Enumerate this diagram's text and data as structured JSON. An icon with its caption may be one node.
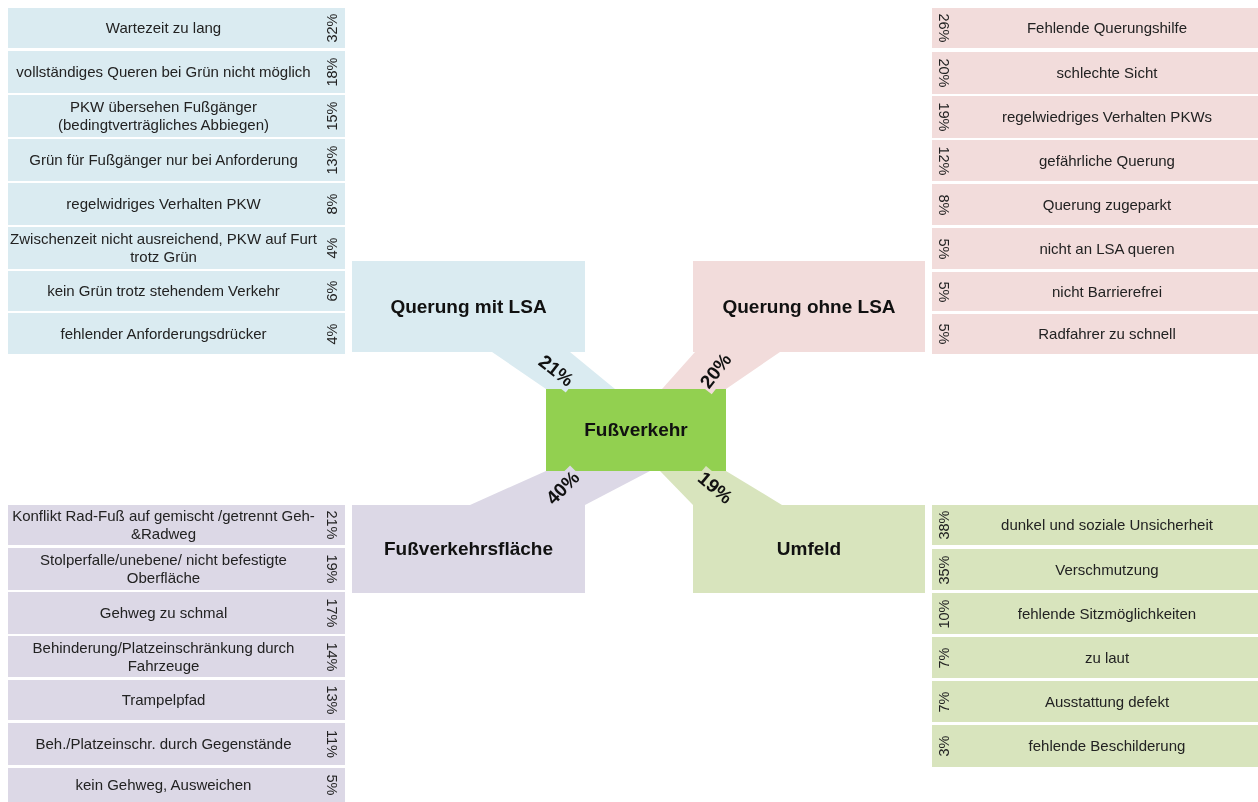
{
  "diagram": {
    "nodes": [
      {
        "text": [
          "Querung mit LSA"
        ]
      },
      {
        "text": [
          "Wartezeit zu lang",
          "32%"
        ]
      },
      {
        "text": [
          "vollständiges Queren bei Grün nicht möglich",
          "18%"
        ]
      },
      {
        "text": [
          "PKW übersehen Fußgänger (bedingtverträgliches Abbiegen)",
          "15%"
        ]
      },
      {
        "text": [
          "Grün für Fußgänger nur bei Anforderung",
          "13%"
        ]
      },
      {
        "text": [
          "regelwidriges Verhalten PKW",
          "8%"
        ]
      },
      {
        "text": [
          "Zwischenzeit nicht ausreichend, PKW auf Furt trotz Grün",
          "4%"
        ]
      },
      {
        "text": [
          "kein Grün trotz stehendem Verkehr",
          "6%"
        ]
      },
      {
        "text": [
          "fehlender Anforderungsdrücker",
          "4%"
        ]
      },
      {
        "text": [
          "Querung ohne LSA"
        ]
      },
      {
        "text": [
          "Fehlende Querungshilfe",
          "26%"
        ]
      },
      {
        "text": [
          "schlechte Sicht",
          "20%"
        ]
      },
      {
        "text": [
          "regelwiedriges Verhalten PKWs",
          "19%"
        ]
      },
      {
        "text": [
          "gefährliche Querung",
          "12%"
        ]
      },
      {
        "text": [
          "Querung zugeparkt",
          "8%"
        ]
      },
      {
        "text": [
          "nicht an LSA queren",
          "5%"
        ]
      },
      {
        "text": [
          "nicht Barrierefrei",
          "5%"
        ]
      },
      {
        "text": [
          "Radfahrer zu schnell",
          "5%"
        ]
      },
      {
        "text": [
          "Fußverkehr"
        ]
      },
      {
        "text": [
          "Fußverkehrsfläche"
        ]
      },
      {
        "text": [
          "Konflikt Rad-Fuß auf gemischt /getrennt Geh-&Radweg",
          "21%"
        ]
      },
      {
        "text": [
          "Stolperfalle/unebene/ nicht befestigte Oberfläche",
          "19%"
        ]
      },
      {
        "text": [
          "Gehweg zu schmal",
          "17%"
        ]
      },
      {
        "text": [
          "Behinderung/Platzeinschränkung durch Fahrzeuge",
          "14%"
        ]
      },
      {
        "text": [
          "Trampelpfad",
          "13%"
        ]
      },
      {
        "text": [
          "Beh./Platzeinschr. durch Gegenstände",
          "11%"
        ]
      },
      {
        "text": [
          "kein Gehweg, Ausweichen",
          "5%"
        ]
      },
      {
        "text": [
          "Umfeld"
        ]
      },
      {
        "text": [
          "dunkel und soziale Unsicherheit",
          "38%"
        ]
      },
      {
        "text": [
          "Verschmutzung",
          "35%"
        ]
      },
      {
        "text": [
          "fehlende Sitzmöglichkeiten",
          "10%"
        ]
      },
      {
        "text": [
          "zu laut",
          "7%"
        ]
      },
      {
        "text": [
          "Ausstattung defekt",
          "7%"
        ]
      },
      {
        "text": [
          "fehlende Beschilderung",
          "3%"
        ]
      }
    ],
    "edges": [
      {
        "from": 18,
        "to": 0,
        "arrow": "none",
        "label": "21%",
        "style": "thick",
        "color": "#daebf1"
      },
      {
        "from": 18,
        "to": 9,
        "arrow": "none",
        "label": "20%",
        "style": "thick",
        "color": "#f2dcdb"
      },
      {
        "from": 18,
        "to": 19,
        "arrow": "none",
        "label": "40%",
        "style": "thick",
        "color": "#dcd8e6"
      },
      {
        "from": 18,
        "to": 27,
        "arrow": "none",
        "label": "19%",
        "style": "thick",
        "color": "#d8e4bd"
      }
    ]
  }
}
